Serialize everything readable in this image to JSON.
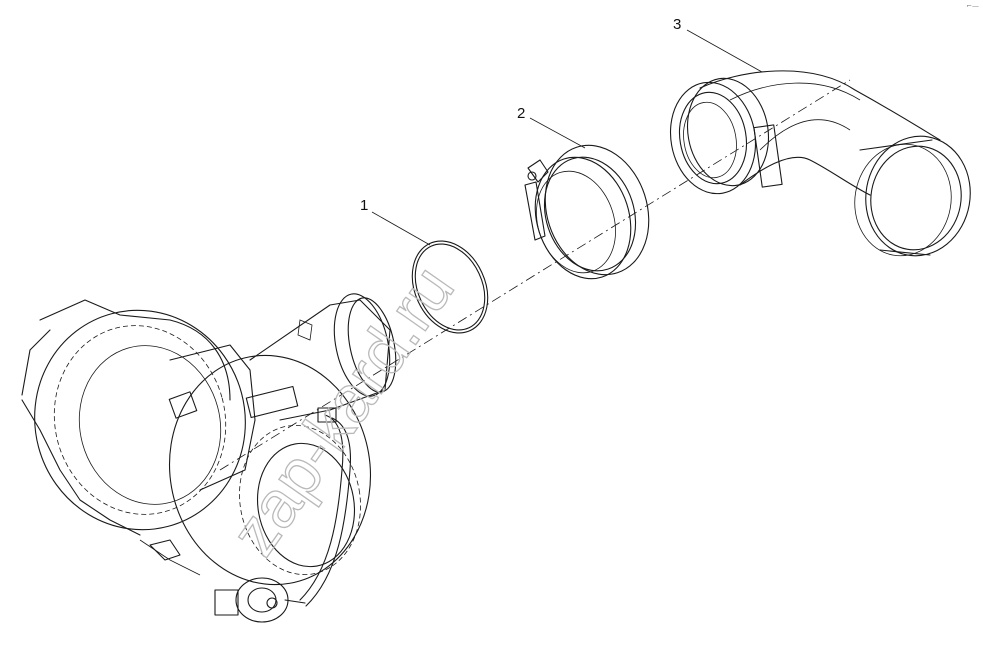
{
  "diagram": {
    "callouts": [
      {
        "id": "c1",
        "label": "1"
      },
      {
        "id": "c2",
        "label": "2"
      },
      {
        "id": "c3",
        "label": "3"
      }
    ],
    "watermark_text": "zap-kard.ru",
    "corner_mark": "⌐—"
  },
  "colors": {
    "background": "#ffffff",
    "line": "#1a1a1a",
    "watermark": "#b9b9b9"
  }
}
